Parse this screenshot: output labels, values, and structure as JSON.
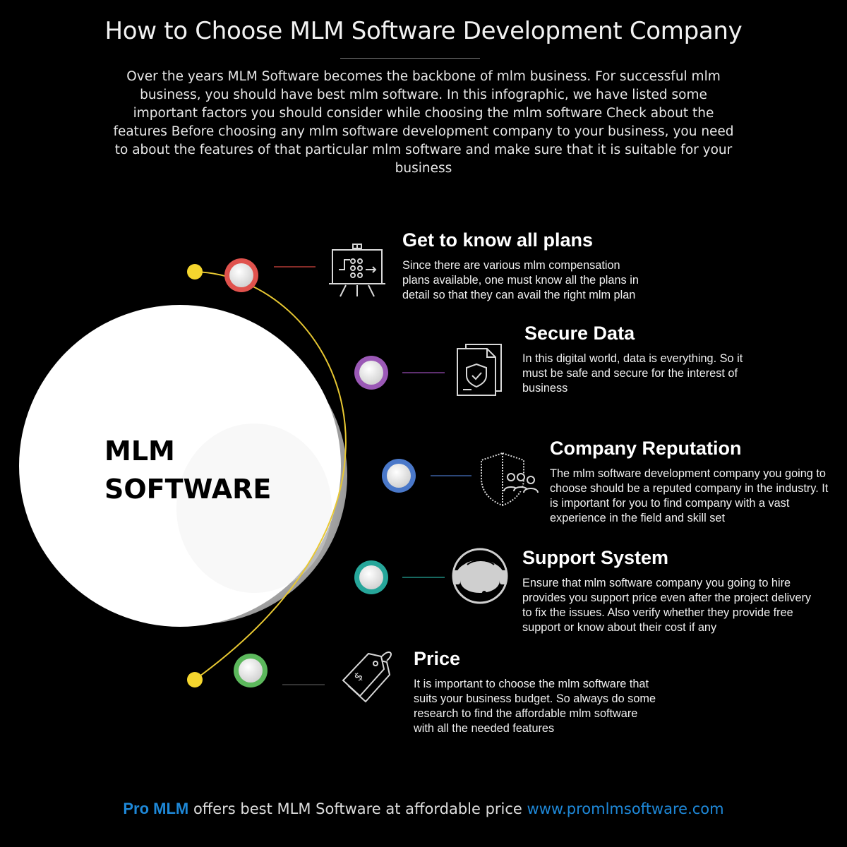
{
  "header": {
    "title": "How to Choose MLM Software Development Company",
    "intro": "Over the years MLM Software becomes the backbone of mlm business. For successful mlm business, you should have best mlm software. In this infographic, we have listed some important factors you should consider while choosing the mlm software  Check about the features Before choosing any mlm software development company to your business, you need to about the features of that particular mlm software and make sure that it is suitable for your business"
  },
  "center": {
    "line1": "MLM",
    "line2": "SOFTWARE"
  },
  "features": [
    {
      "title": "Get to know all plans",
      "text": "Since there are various mlm compensation plans available, one must know all the plans in detail so that they can avail the right mlm plan",
      "icon": "presentation-board-icon",
      "color": "#e0524d"
    },
    {
      "title": "Secure Data",
      "text": "In this digital world, data is everything. So it must be safe and secure for the interest of business",
      "icon": "secure-document-icon",
      "color": "#9b59b6"
    },
    {
      "title": "Company Reputation",
      "text": "The mlm software development company you going to choose should be a reputed company in the industry. It is important for you to find company with a vast experience in the field and skill set",
      "icon": "shield-people-icon",
      "color": "#4a78c9"
    },
    {
      "title": "Support System",
      "text": "Ensure that mlm software company you going to hire provides you support price even after the project delivery to fix the issues. Also verify whether they provide free support or know about their cost if any",
      "icon": "headset-support-icon",
      "color": "#26a69a"
    },
    {
      "title": "Price",
      "text": "It is important to choose the mlm software that suits your business budget. So always do some research to find the affordable mlm software with all the needed features",
      "icon": "price-tag-icon",
      "color": "#5cb85c"
    }
  ],
  "colors": {
    "arc": "#e8c832",
    "endpoint": "#f5d62e",
    "background": "#000000",
    "brand": "#1e88d8"
  },
  "footer": {
    "brand": "Pro MLM",
    "text": " offers best MLM Software at affordable price ",
    "url": "www.promlmsoftware.com"
  }
}
